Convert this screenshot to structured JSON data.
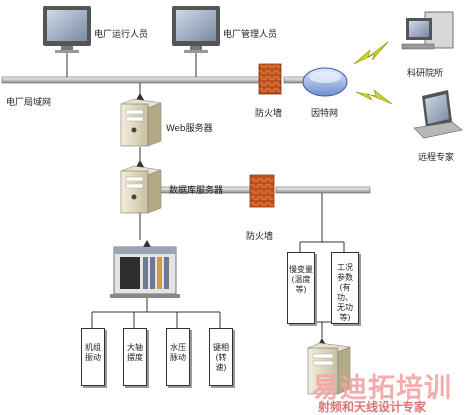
{
  "labels": {
    "operators": "电厂运行人员",
    "managers": "电厂管理人员",
    "lan": "电厂局域网",
    "firewall_top": "防火墙",
    "internet": "因特网",
    "research": "科研院所",
    "expert": "远程专家",
    "web_server": "Web服务器",
    "db_server": "数据库服务器",
    "firewall_mid": "防火墙"
  },
  "sensors": [
    {
      "text": "机组\n振动"
    },
    {
      "text": "大轴\n摆度"
    },
    {
      "text": "水压\n脉动"
    },
    {
      "text": "键相\n(转速)"
    }
  ],
  "right_boxes": [
    {
      "text": "慢变量\n(温度\n等)"
    },
    {
      "text": "工况\n参数\n(有功、\n无功等)"
    }
  ],
  "watermark": {
    "main": "易迪拓培训",
    "sub": "射频和天线设计专家"
  },
  "colors": {
    "accent_red": "#f07070",
    "firewall": "#c8602a",
    "cloud": "#5b7fc7",
    "lightning": "#c9d81a"
  }
}
